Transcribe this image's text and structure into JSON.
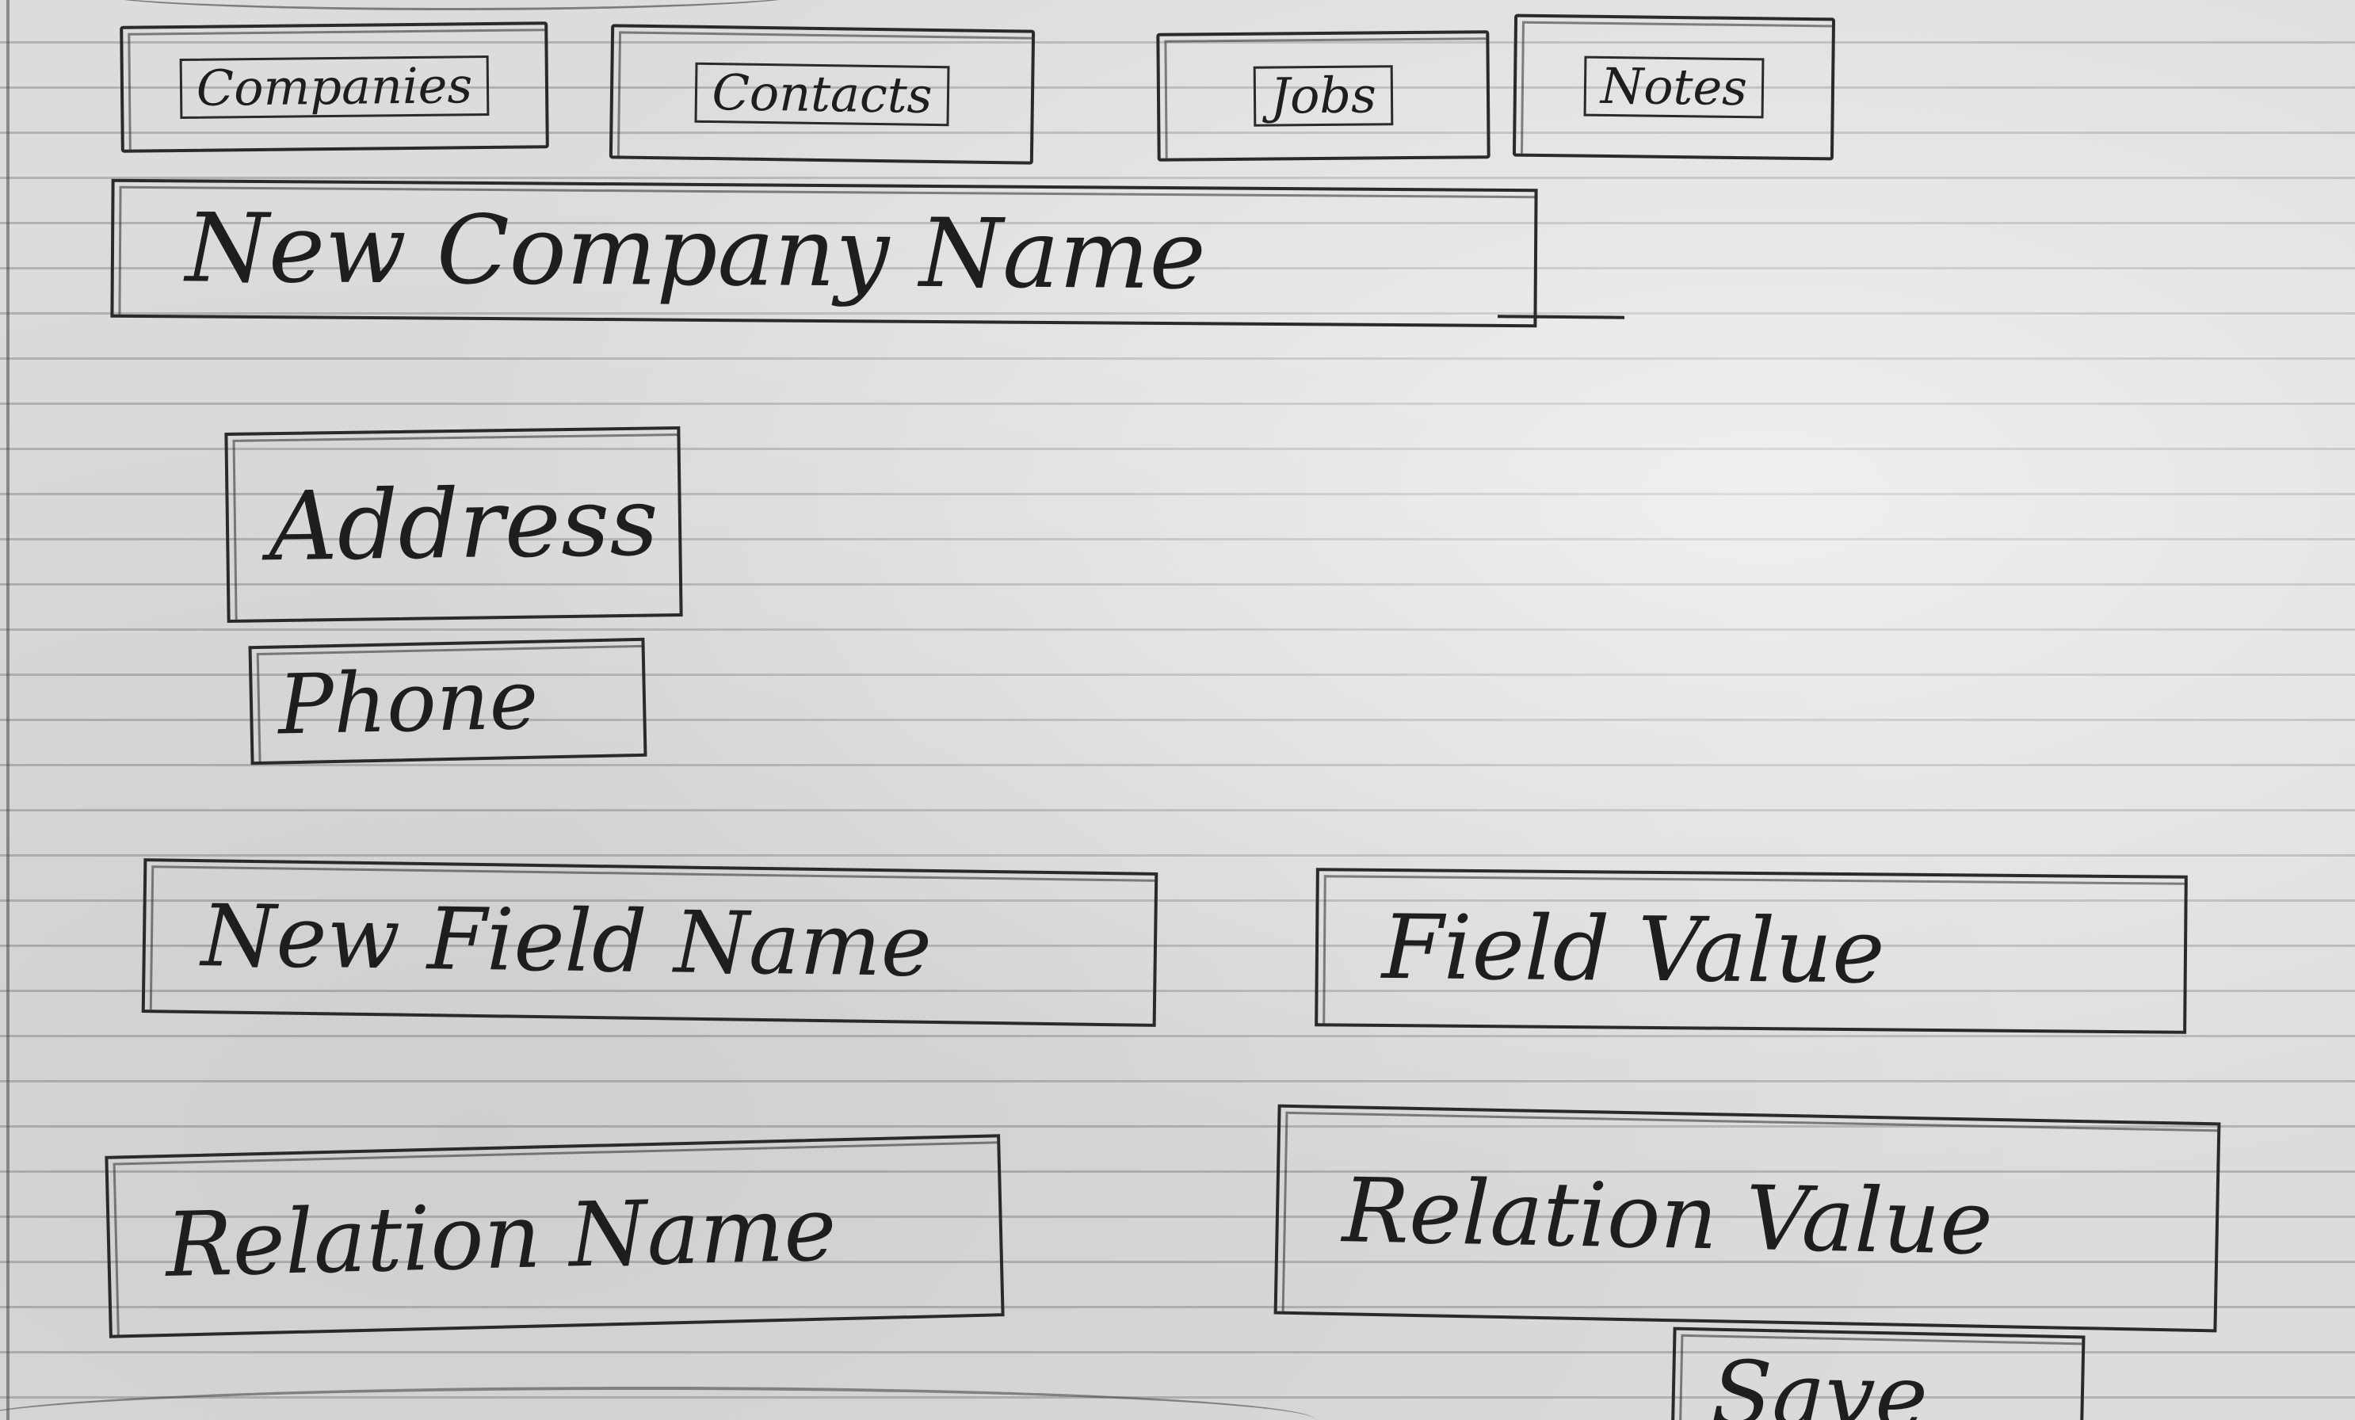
{
  "tabs": [
    {
      "id": "companies",
      "label": "Companies"
    },
    {
      "id": "contacts",
      "label": "Contacts"
    },
    {
      "id": "jobs",
      "label": "Jobs"
    },
    {
      "id": "notes",
      "label": "Notes"
    }
  ],
  "company": {
    "name_placeholder": "New Company Name"
  },
  "fields": {
    "address_label": "Address",
    "phone_label": "Phone",
    "new_field_name_placeholder": "New Field Name",
    "field_value_placeholder": "Field Value"
  },
  "relations": {
    "relation_name_placeholder": "Relation Name",
    "relation_value_placeholder": "Relation Value"
  },
  "actions": {
    "save_label": "Save"
  }
}
